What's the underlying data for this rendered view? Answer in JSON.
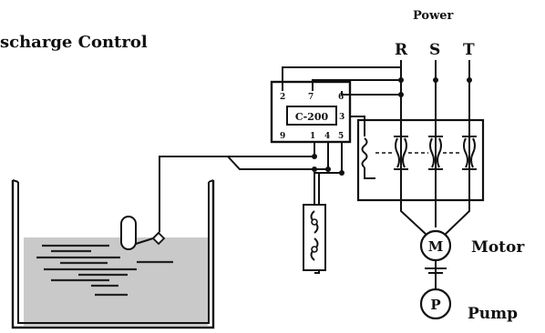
{
  "diagram": {
    "title": "scharge  Control",
    "power": {
      "label": "Power",
      "phases": [
        "R",
        "S",
        "T"
      ]
    },
    "controller": {
      "model": "C-200",
      "terminals": {
        "t2": "2",
        "t7": "7",
        "t6": "6",
        "t3": "3",
        "t9": "9",
        "t1": "1",
        "t4": "4",
        "t5": "5"
      }
    },
    "motor": {
      "symbol": "M",
      "label": "Motor"
    },
    "pump": {
      "symbol": "P",
      "label": "Pump"
    },
    "colors": {
      "ink": "#111111",
      "water": "#c9c9c9",
      "paper": "#ffffff"
    }
  }
}
